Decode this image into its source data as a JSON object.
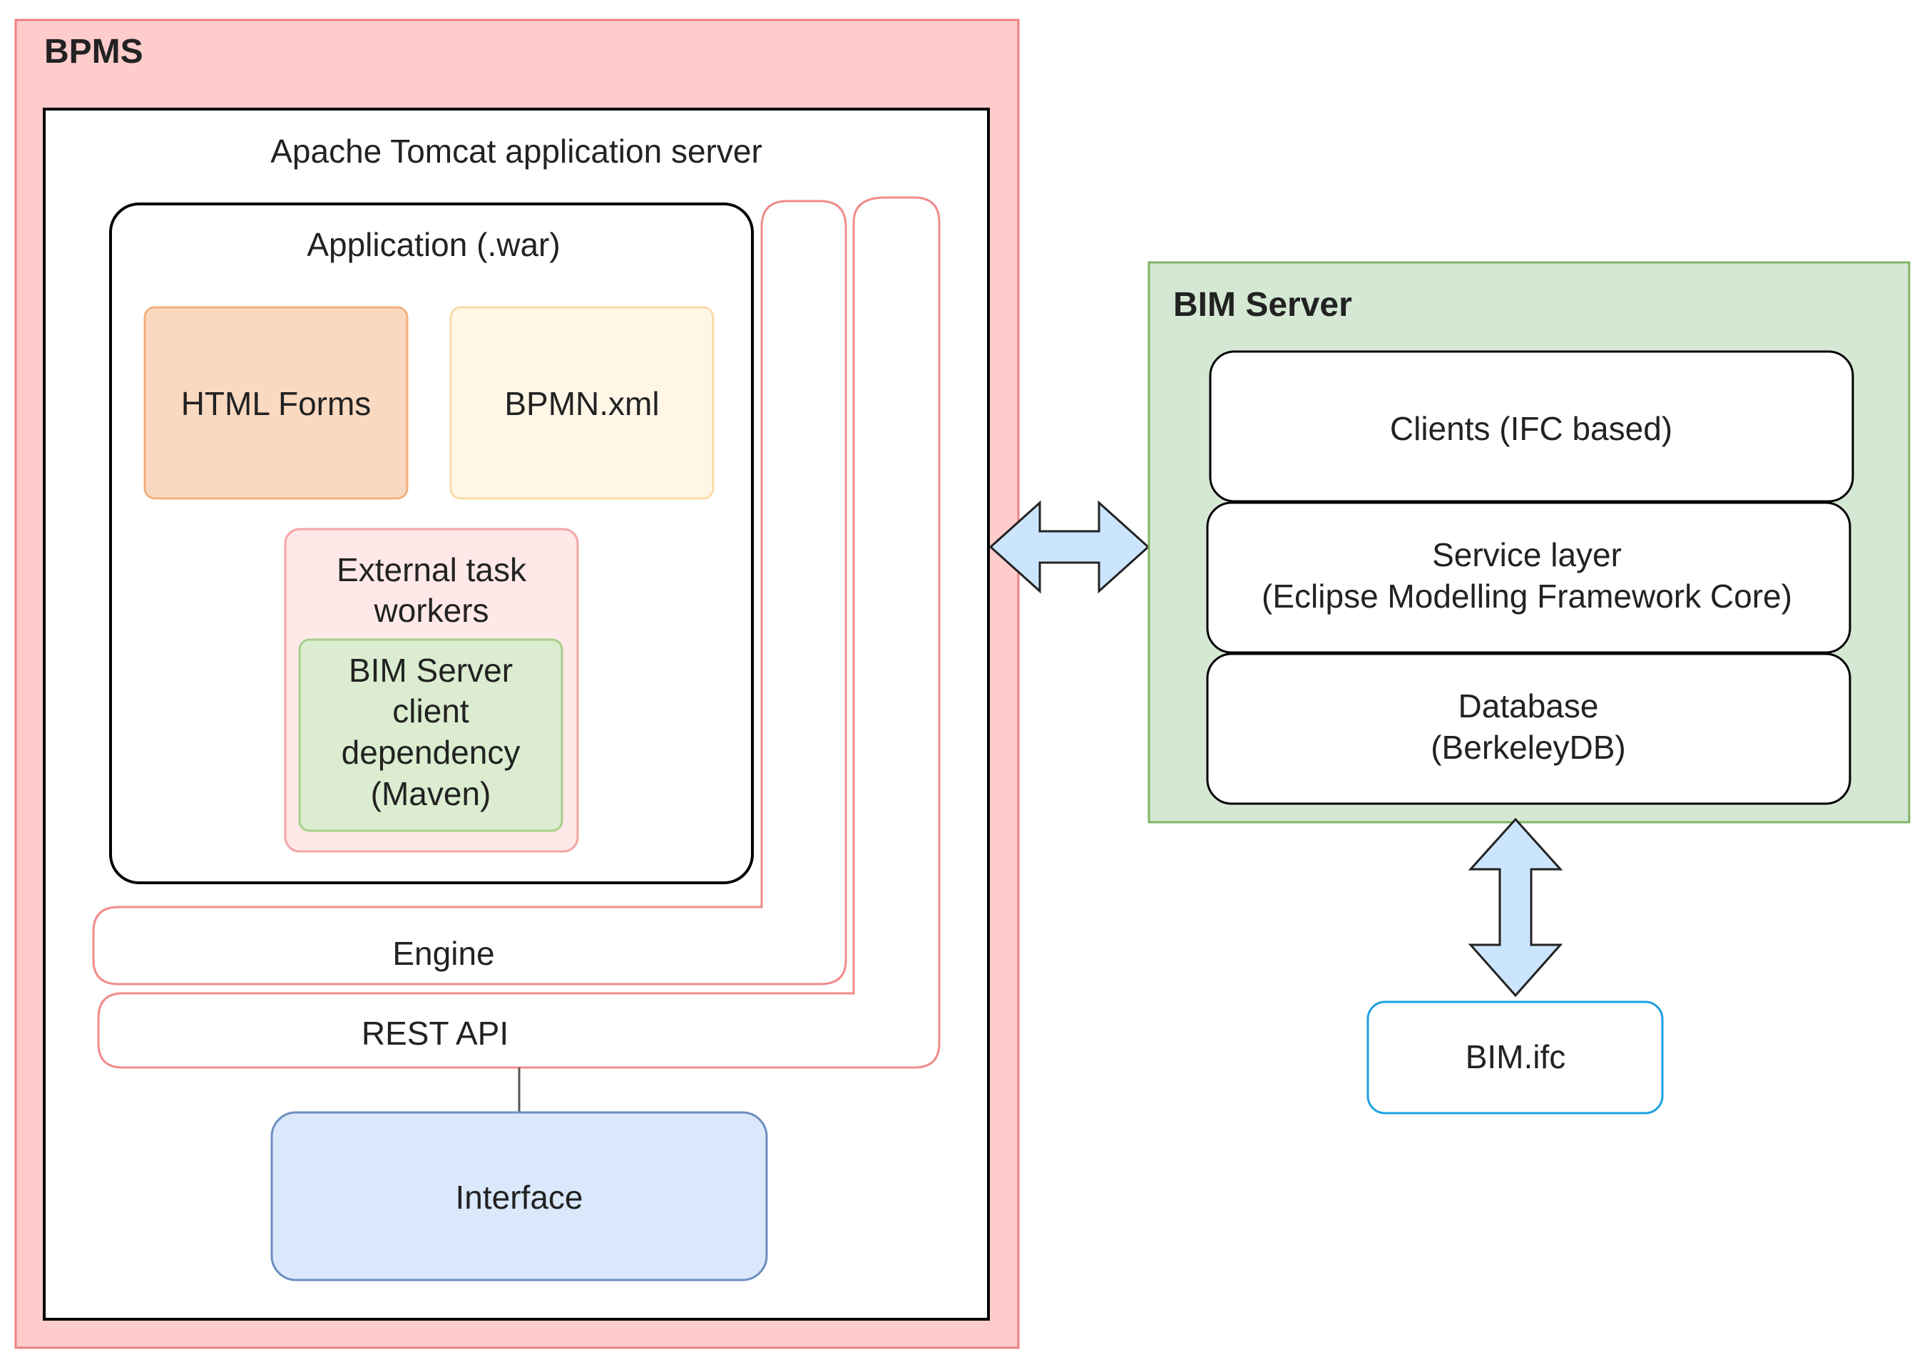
{
  "bpms": {
    "title": "BPMS"
  },
  "tomcat": {
    "title": "Apache Tomcat application server"
  },
  "application": {
    "title": "Application (.war)"
  },
  "html_forms": {
    "label": "HTML Forms"
  },
  "bpmn_xml": {
    "label": "BPMN.xml"
  },
  "external_task_workers": {
    "line1": "External task",
    "line2": "workers"
  },
  "bim_client_dependency": {
    "line1": "BIM Server",
    "line2": "client",
    "line3": "dependency",
    "line4": "(Maven)"
  },
  "engine": {
    "label": "Engine"
  },
  "rest_api": {
    "label": "REST API"
  },
  "interface": {
    "label": "Interface"
  },
  "bim_server": {
    "title": "BIM Server"
  },
  "clients": {
    "label": "Clients (IFC based)"
  },
  "service_layer": {
    "line1": "Service layer",
    "line2": "(Eclipse Modelling Framework Core)"
  },
  "database": {
    "line1": "Database",
    "line2": "(BerkeleyDB)"
  },
  "bim_ifc": {
    "label": "BIM.ifc"
  },
  "colors": {
    "bpms_fill": "#ffcccc",
    "bpms_stroke": "#f08080",
    "bim_server_fill": "#d5e8d4",
    "bim_server_stroke": "#82b366",
    "arrow_fill": "#cce5ff",
    "interface_fill": "#dae8fc",
    "interface_stroke": "#6c8ebf",
    "bim_ifc_stroke": "#1ba1e2"
  }
}
